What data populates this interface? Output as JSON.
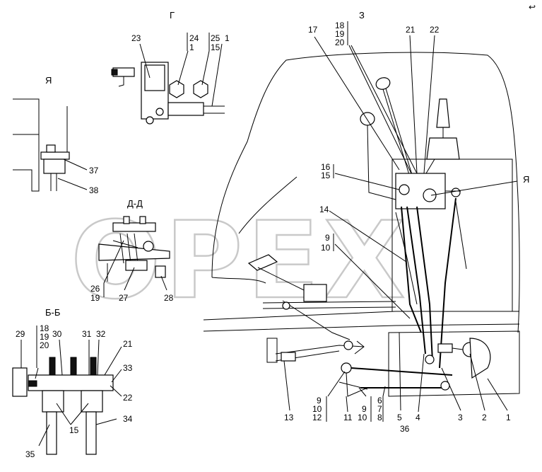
{
  "watermark": {
    "text": "OPEX"
  },
  "corner_mark": "↩",
  "section_titles": {
    "g": "Г",
    "z": "З",
    "ya": "Я",
    "dd": "Д-Д",
    "bb": "Б-Б",
    "ya_ref": "Я"
  },
  "callouts": {
    "c23": "23",
    "c24": "24",
    "c1a": "1",
    "c25": "25",
    "c1b": "1",
    "c15a": "15",
    "c17": "17",
    "c18a": "18",
    "c19a": "19",
    "c20a": "20",
    "c21a": "21",
    "c22a": "22",
    "c16": "16",
    "c15b": "15",
    "c14": "14",
    "c9a": "9",
    "c10a": "10",
    "c37": "37",
    "c38": "38",
    "c26": "26",
    "c19b": "19",
    "c27": "27",
    "c28": "28",
    "c29": "29",
    "c18b": "18",
    "c19c": "19",
    "c20b": "20",
    "c30": "30",
    "c31": "31",
    "c32": "32",
    "c21b": "21",
    "c33": "33",
    "c22b": "22",
    "c34": "34",
    "c35": "35",
    "c15c": "15",
    "c13": "13",
    "c9b": "9",
    "c10b": "10",
    "c12": "12",
    "c11": "11",
    "c9c": "9",
    "c10c": "10",
    "c6": "6",
    "c7": "7",
    "c8": "8",
    "c5": "5",
    "c4": "4",
    "c36": "36",
    "c3": "3",
    "c2": "2",
    "c1c": "1"
  }
}
